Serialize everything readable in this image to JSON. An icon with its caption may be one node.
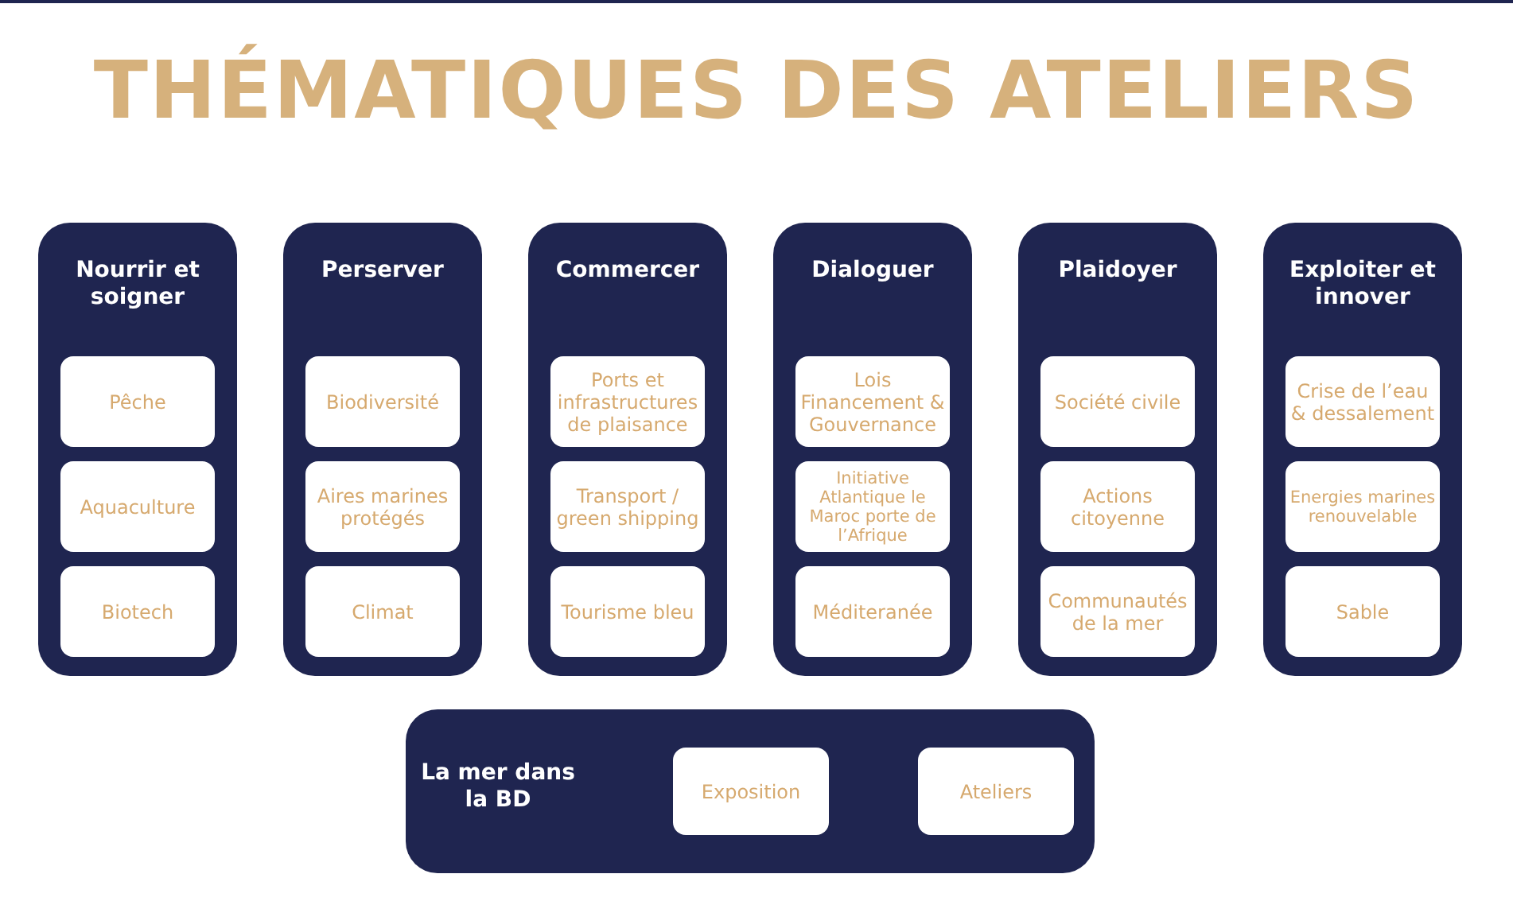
{
  "diagram": {
    "title": "THÉMATIQUES DES ATELIERS",
    "nodes": [
      {
        "text": [
          "Nourrir et soigner"
        ]
      },
      {
        "text": [
          "Pêche"
        ],
        "in": 0
      },
      {
        "text": [
          "Aquaculture"
        ],
        "in": 0
      },
      {
        "text": [
          "Biotech"
        ],
        "in": 0
      },
      {
        "text": [
          "Perserver"
        ]
      },
      {
        "text": [
          "Biodiversité"
        ],
        "in": 4
      },
      {
        "text": [
          "Aires marines protégés"
        ],
        "in": 4
      },
      {
        "text": [
          "Climat"
        ],
        "in": 4
      },
      {
        "text": [
          "Commercer"
        ]
      },
      {
        "text": [
          "Ports et infrastructures de plaisance"
        ],
        "in": 8
      },
      {
        "text": [
          "Transport / green shipping"
        ],
        "in": 8
      },
      {
        "text": [
          "Tourisme bleu"
        ],
        "in": 8
      },
      {
        "text": [
          "Dialoguer"
        ]
      },
      {
        "text": [
          "Lois Financement & Gouvernance"
        ],
        "in": 12
      },
      {
        "text": [
          "Initiative Atlantique le Maroc porte de l’Afrique"
        ],
        "in": 12
      },
      {
        "text": [
          "Méditeranée"
        ],
        "in": 12
      },
      {
        "text": [
          "Plaidoyer"
        ]
      },
      {
        "text": [
          "Société civile"
        ],
        "in": 16
      },
      {
        "text": [
          "Actions citoyenne"
        ],
        "in": 16
      },
      {
        "text": [
          "Communautés de la mer"
        ],
        "in": 16
      },
      {
        "text": [
          "Exploiter et innover"
        ]
      },
      {
        "text": [
          "Crise de l’eau & dessalement"
        ],
        "in": 20
      },
      {
        "text": [
          "Energies marines renouvelable"
        ],
        "in": 20
      },
      {
        "text": [
          "Sable"
        ],
        "in": 20
      },
      {
        "text": [
          "La mer dans la BD"
        ]
      },
      {
        "text": [
          "Exposition"
        ],
        "in": 24
      },
      {
        "text": [
          "Ateliers"
        ],
        "in": 24
      }
    ],
    "edges": []
  }
}
